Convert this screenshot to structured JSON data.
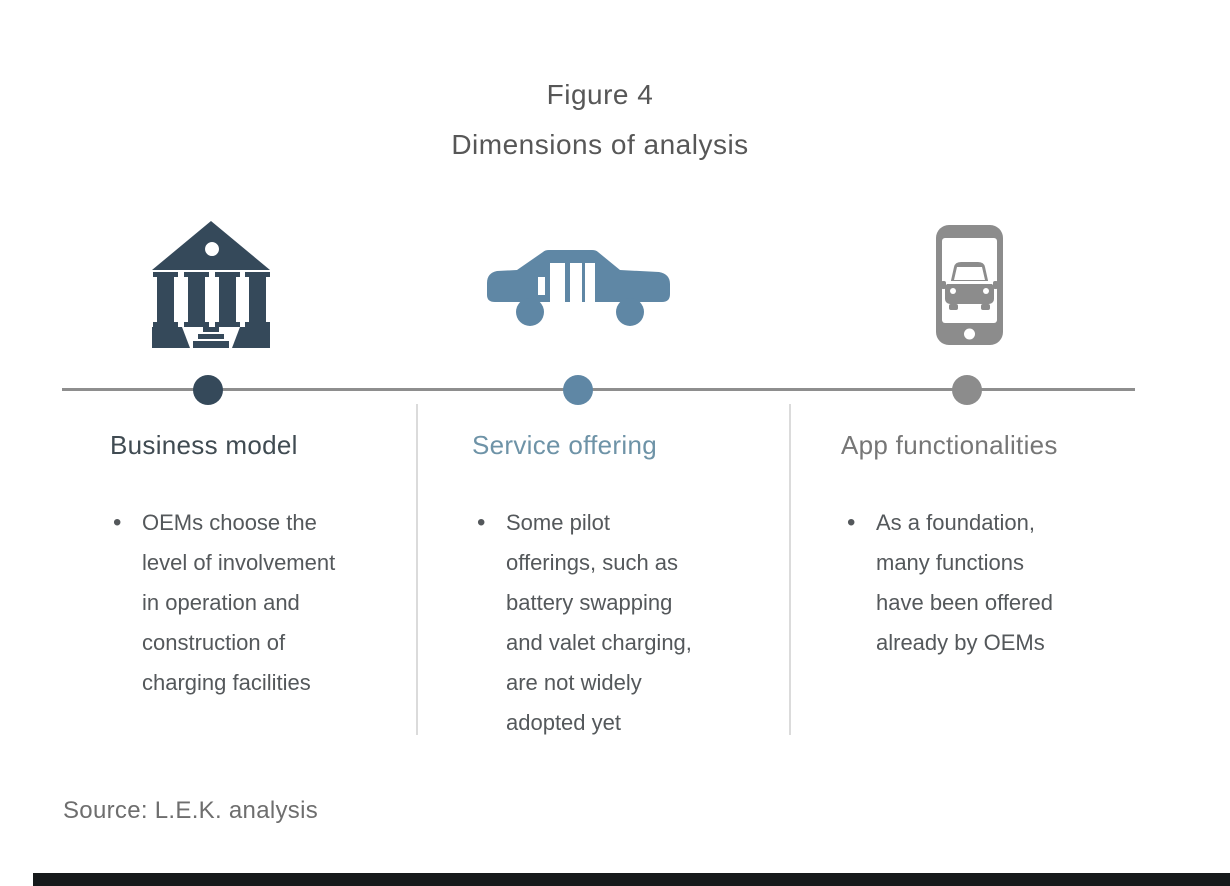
{
  "title": {
    "figure_label": "Figure 4",
    "figure_caption": "Dimensions of analysis"
  },
  "glyphs": {
    "bullet": "•"
  },
  "columns": [
    {
      "header": "Business model",
      "icon": "bank-icon",
      "bullet": "OEMs choose the\nlevel of involvement\nin operation and\nconstruction of\ncharging facilities"
    },
    {
      "header": "Service offering",
      "icon": "ev-car-icon",
      "bullet": "Some pilot\nofferings, such as\nbattery swapping\nand valet charging,\nare not widely\nadopted yet"
    },
    {
      "header": "App functionalities",
      "icon": "phone-car-app-icon",
      "bullet": "As a foundation,\nmany functions\nhave been offered\nalready by OEMs"
    }
  ],
  "source_note": "Source: L.E.K. analysis",
  "colors": {
    "business_accent": "#35495A",
    "service_accent": "#5F87A5",
    "app_accent": "#8C8C8C",
    "business_header": "#404B52",
    "service_header": "#6E93A7",
    "app_header": "#767676",
    "timeline_line": "#8E8E8E",
    "body_text": "#54585B",
    "title_text": "#575757",
    "source_text": "#6E6E6E",
    "divider": "#DBDBDB",
    "footer_bar": "#16191B"
  }
}
